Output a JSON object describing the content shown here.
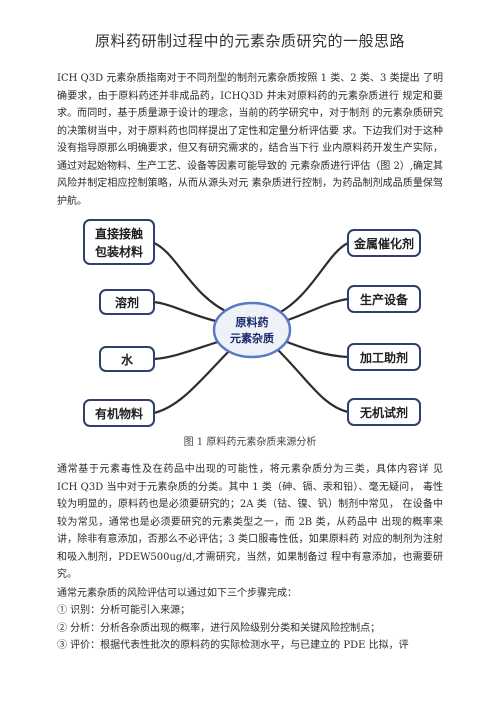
{
  "title": "原料药研制过程中的元素杂质研究的一般思路",
  "paragraphs": {
    "p1": "ICH Q3D 元素杂质指南对于不同剂型的制剂元素杂质按照 1 类、2 类、3 类提出 了明确要求，由于原料药还并非成品药，ICHQ3D 并未对原料药的元素杂质进行 规定和要求。而同时，基于质量源于设计的理念，当前的药学研究中，对于制剂 的元素杂质研究的决策树当中，对于原料药也同样提出了定性和定量分析评估要 求。下边我们对于这种没有指导原那么明确要求，但又有研究需求的，结合当下行 业内原料药开发生产实际，通过对起始物料、生产工艺、设备等因素可能导致的 元素杂质进行评估（图 2）,确定其风险并制定相应控制策略，从而从源头对元 素杂质进行控制，为药品制剂成品质量保驾护航。",
    "p2": "通常基于元素毒性及在药品中出现的可能性，将元素杂质分为三类，具体内容详 见 ICH Q3D 当中对于元素杂质的分类。其中 1 类（砷、镉、汞和铅）、毫无疑问， 毒性较为明显的，原料药也是必须要研究的；2A 类（钴、镍、钒）制剂中常见， 在设备中较为常见，通常也是必须要研究的元素类型之一，而 2B 类，从药品中 出现的概率来讲，除非有意添加，否那么不必评估；3 类口服毒性低，如果原料药 对应的制剂为注射和吸入制剂，PDEW500ug/d,才需研究，当然，如果制备过 程中有意添加，也需要研究。",
    "p3": "通常元素杂质的风险评估可以通过如下三个步骤完成："
  },
  "steps": [
    "① 识别：分析可能引入来源；",
    "② 分析：分析各杂质出现的概率，进行风险级别分类和关键风险控制点；",
    "③ 评价：根据代表性批次的原料药的实际检测水平，与已建立的 PDE 比拟，评"
  ],
  "diagram": {
    "center": [
      "原料药",
      "元素杂质"
    ],
    "left_nodes": [
      [
        "直接接触",
        "包装材料"
      ],
      [
        "溶剂"
      ],
      [
        "水"
      ],
      [
        "有机物料"
      ]
    ],
    "right_nodes": [
      [
        "金属催化剂"
      ],
      [
        "生产设备"
      ],
      [
        "加工助剂"
      ],
      [
        "无机试剂"
      ]
    ],
    "colors": {
      "box_fill": "#ffffff",
      "box_stroke": "#2f3f6e",
      "line": "#2d2d2d",
      "center_fill": "#eef1f8",
      "center_stroke": "#5a79c4",
      "center_text": "#1c2a6b"
    }
  },
  "caption": "图 1 原料药元素杂质来源分析"
}
